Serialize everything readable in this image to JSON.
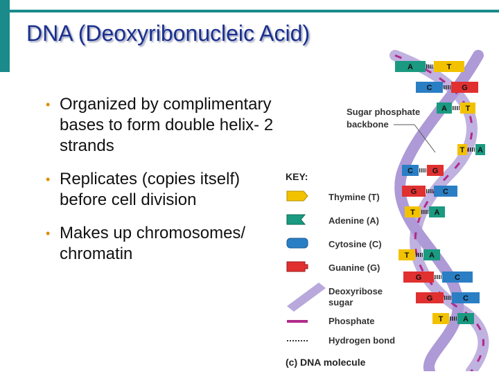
{
  "slide": {
    "title": "DNA (Deoxyribonucleic Acid)",
    "bullets": [
      "Organized by complimentary bases to form double helix- 2 strands",
      "Replicates (copies itself) before cell division",
      "Makes up chromosomes/ chromatin"
    ]
  },
  "figure": {
    "backbone_label": "Sugar phosphate backbone",
    "key_title": "KEY:",
    "key_items": [
      {
        "label": "Thymine (T)",
        "color": "#f2c200"
      },
      {
        "label": "Adenine (A)",
        "color": "#1a9a80"
      },
      {
        "label": "Cytosine (C)",
        "color": "#2a7ec4"
      },
      {
        "label": "Guanine (G)",
        "color": "#e03030"
      },
      {
        "label": "Deoxyribose sugar",
        "color": "#b8a8dc"
      },
      {
        "label": "Phosphate",
        "color": "#b02a8a"
      },
      {
        "label": "Hydrogen bond",
        "color": "#333333"
      }
    ],
    "caption": "(c) DNA molecule",
    "base_pairs": [
      {
        "left": "A",
        "right": "T"
      },
      {
        "left": "C",
        "right": "G"
      },
      {
        "left": "A",
        "right": "T"
      },
      {
        "left": "T",
        "right": "A"
      },
      {
        "left": "C",
        "right": "G"
      },
      {
        "left": "G",
        "right": "C"
      },
      {
        "left": "T",
        "right": "A"
      },
      {
        "left": "T",
        "right": "A"
      },
      {
        "left": "G",
        "right": "C"
      },
      {
        "left": "G",
        "right": "C"
      },
      {
        "left": "T",
        "right": "A"
      }
    ]
  }
}
